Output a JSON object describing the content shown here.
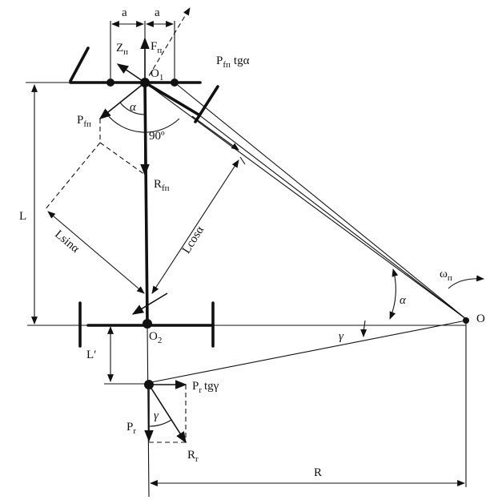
{
  "labels": {
    "a": "a",
    "Z": "Z",
    "Z_sub": "п",
    "F": "F",
    "F_sub": "п",
    "O1": "O",
    "O1_sub": "1",
    "P_side_front": "P",
    "P_side_front_sub": "fп",
    "P_side_front_suffix": "tgα",
    "P_front": "P",
    "P_front_sub": "fп",
    "alpha": "α",
    "ninety": "90º",
    "R_front": "R",
    "R_front_sub": "fп",
    "L": "L",
    "Lsin": "Lsinα",
    "Lcos": "Lcosα",
    "omega": "ω",
    "omega_sub": "п",
    "O": "O",
    "O2": "O",
    "O2_sub": "2",
    "gamma": "γ",
    "Lprime": "L′",
    "P_side_rear": "P",
    "P_side_rear_sub": "r",
    "P_side_rear_suffix": "tgγ",
    "P_rear": "P",
    "P_rear_sub": "r",
    "R_rear": "R",
    "R_rear_sub": "r",
    "R": "R"
  }
}
